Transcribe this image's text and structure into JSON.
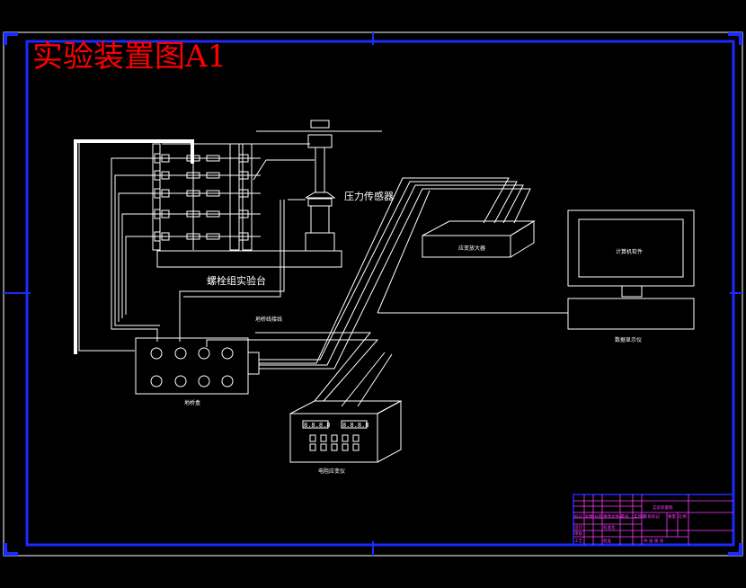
{
  "title": "实验装置图A1",
  "labels": {
    "pressure_sensor": "压力传感器",
    "bolt_test_bench": "螺栓组实验台",
    "strain_amplifier": "应变放大器",
    "computer_software": "计算机软件",
    "data_display": "数据显示仪",
    "signal_line": "地桥线接线",
    "junction_box": "地桥盒",
    "strain_meter": "电阻应变仪"
  },
  "strain_meter": {
    "display_left": "8.8.8.8",
    "display_right": "8.8.8.8"
  },
  "title_block": {
    "drawing_name": "实验装置图",
    "rows": [
      [
        "标记",
        "处数",
        "分区",
        "更改文件号",
        "签名",
        "年月日"
      ],
      [
        "设计",
        "",
        "",
        "标准化",
        "",
        ""
      ],
      [
        "审核",
        "",
        "",
        "",
        "",
        ""
      ],
      [
        "工艺",
        "",
        "",
        "批准",
        "",
        ""
      ]
    ],
    "right_cells": [
      "阶段标记",
      "重量",
      "比例"
    ],
    "bottom_cells": [
      "共 张 第 张"
    ]
  },
  "colors": {
    "frame": "#1a2bff",
    "title": "#ff0000",
    "lines": "#ffffff",
    "title_block_text": "#ff3cff"
  }
}
